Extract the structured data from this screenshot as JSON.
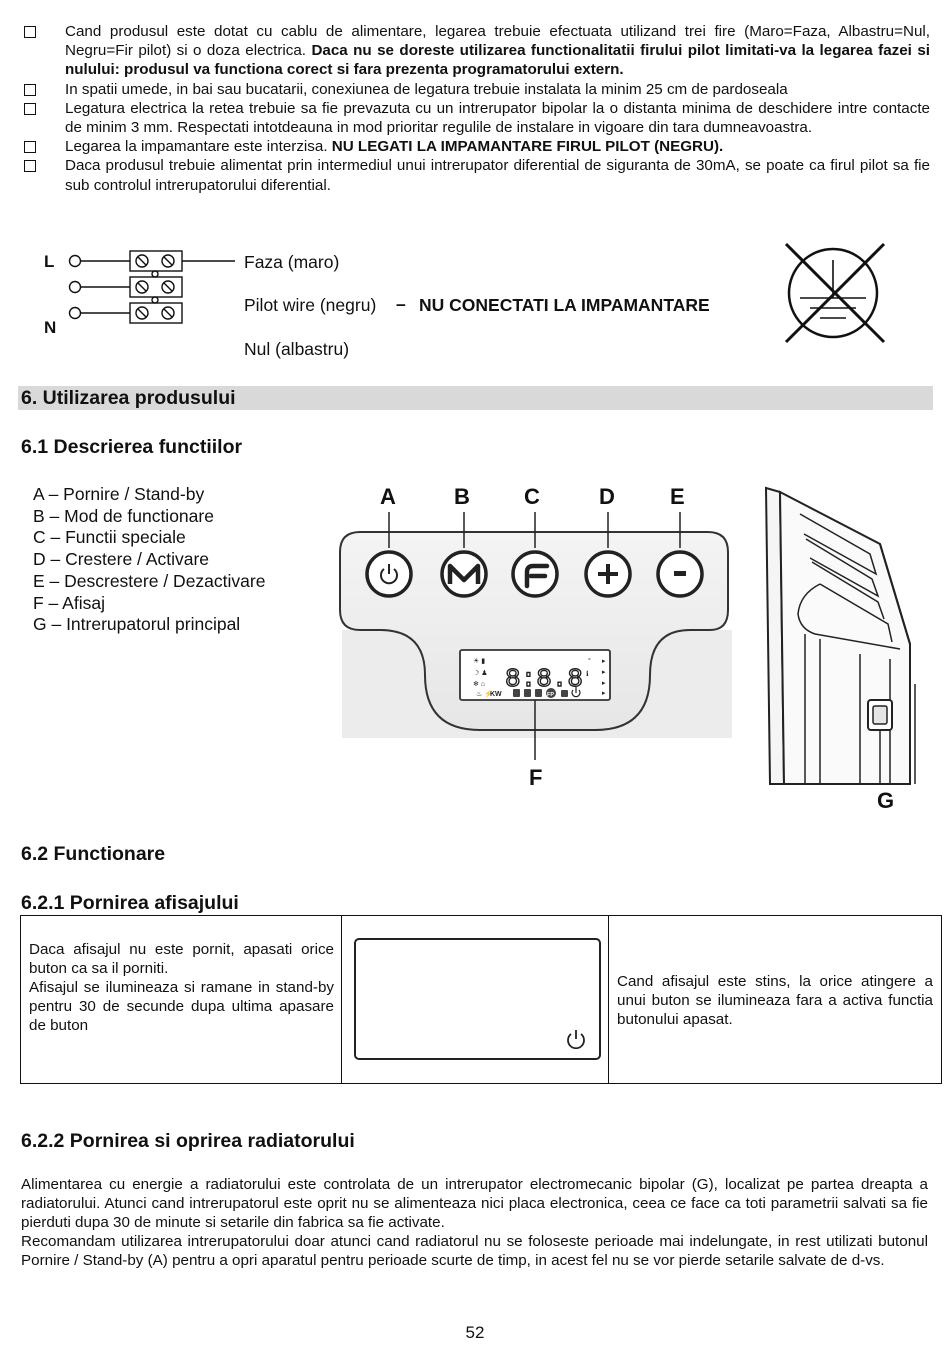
{
  "bullets": [
    {
      "text": "Cand produsul este dotat cu cablu de alimentare, legarea trebuie efectuata utilizand trei fire (Maro=Faza, Albastru=Nul, Negru=Fir pilot) si o doza electrica. ",
      "bold": "Daca nu se doreste utilizarea functionalitatii firului pilot limitati-va la legarea fazei si nulului: produsul va functiona corect si fara prezenta programatorului extern."
    },
    {
      "text": "In spatii umede, in bai sau bucatarii, conexiunea de legatura trebuie instalata la minim 25 cm de pardoseala",
      "bold": ""
    },
    {
      "text": "Legatura electrica la retea trebuie sa fie prevazuta cu un intrerupator bipolar la o distanta minima de deschidere intre contacte de minim 3 mm. Respectati intotdeauna in mod prioritar regulile de instalare in vigoare din tara dumneavoastra.",
      "bold": ""
    },
    {
      "text": "Legarea la impamantare este interzisa. ",
      "bold": "NU LEGATI LA IMPAMANTARE FIRUL PILOT (NEGRU)."
    },
    {
      "text": "Daca produsul trebuie alimentat prin intermediul unui intrerupator diferential de siguranta de 30mA, se poate ca firul pilot sa fie sub controlul intrerupatorului diferential.",
      "bold": ""
    }
  ],
  "wiring": {
    "L": "L",
    "N": "N",
    "faza": "Faza (maro)",
    "pilot": "Pilot wire (negru)",
    "dash": "–",
    "warning": "NU CONECTATI LA IMPAMANTARE",
    "nul": "Nul (albastru)"
  },
  "section6": "6.  Utilizarea produsului",
  "section61": "6.1 Descrierea functiilor",
  "legend": [
    "A – Pornire / Stand-by",
    "B – Mod de functionare",
    "C – Functii speciale",
    "D – Crestere / Activare",
    "E – Descrestere / Dezactivare",
    "F –  Afisaj",
    "G – Intrerupatorul principal"
  ],
  "panel_letters": [
    "A",
    "B",
    "C",
    "D",
    "E"
  ],
  "display_letter": "F",
  "switch_letter": "G",
  "lcd": {
    "digits": "8:8.8",
    "kw": "KW",
    "fp": "FP"
  },
  "section62": "6.2 Functionare",
  "section621": "6.2.1 Pornirea afisajului",
  "table": {
    "left": "Daca afisajul nu este pornit, apasati orice buton ca sa il porniti.\nAfisajul se ilumineaza si ramane in stand-by pentru 30 de secunde dupa ultima apasare de buton",
    "right": "Cand afisajul este stins, la orice atingere a unui buton se ilumineaza fara a activa functia butonului apasat."
  },
  "section622": "6.2.2 Pornirea si oprirea radiatorului",
  "paragraph": "Alimentarea cu energie a radiatorului este controlata de un intrerupator electromecanic bipolar (G), localizat pe partea dreapta a radiatorului. Atunci cand intrerupatorul este oprit nu se alimenteaza nici placa electronica, ceea ce face ca toti parametrii salvati sa fie pierduti dupa 30 de minute si setarile din fabrica sa fie activate.\nRecomandam utilizarea intrerupatorului doar atunci cand radiatorul nu se foloseste perioade mai indelungate, in rest utilizati butonul Pornire / Stand-by (A) pentru a opri aparatul pentru perioade scurte de timp, in acest fel nu se vor pierde setarile salvate de d-vs.",
  "page_number": "52"
}
